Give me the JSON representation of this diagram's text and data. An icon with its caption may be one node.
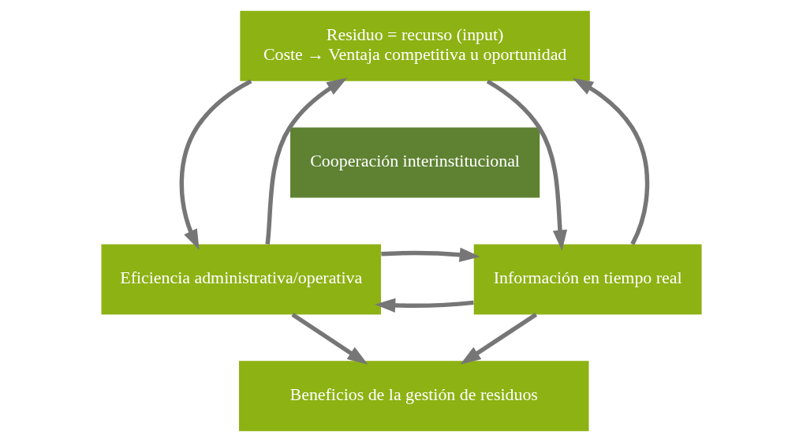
{
  "diagram": {
    "nodes": [
      {
        "text": [
          "Residuo = recurso (input)",
          "Coste → Ventaja competitiva u oportunidad"
        ]
      },
      {
        "text": [
          "Cooperación interinstitucional"
        ]
      },
      {
        "text": [
          "Eficiencia administrativa/operativa"
        ]
      },
      {
        "text": [
          "Información en tiempo real"
        ]
      },
      {
        "text": [
          "Beneficios de la gestión de residuos"
        ]
      }
    ],
    "edges": [
      {
        "from": 2,
        "to": 0,
        "arrow": "to"
      },
      {
        "from": 0,
        "to": 2,
        "arrow": "to"
      },
      {
        "from": 0,
        "to": 3,
        "arrow": "to"
      },
      {
        "from": 3,
        "to": 0,
        "arrow": "to"
      },
      {
        "from": 3,
        "to": 2,
        "arrow": "to"
      },
      {
        "from": 2,
        "to": 3,
        "arrow": "to"
      },
      {
        "from": 2,
        "to": 4,
        "arrow": "to"
      },
      {
        "from": 3,
        "to": 4,
        "arrow": "to"
      }
    ]
  }
}
